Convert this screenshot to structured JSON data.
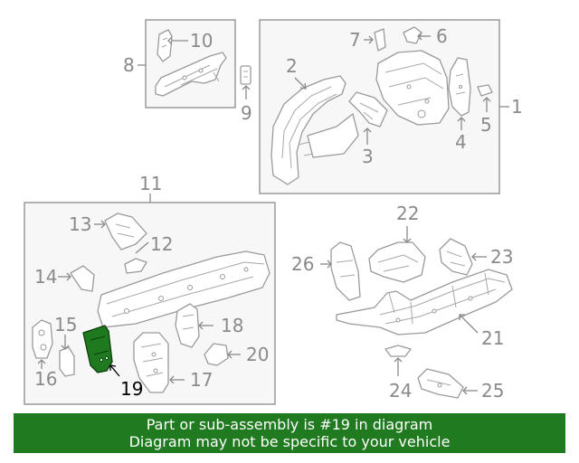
{
  "labels": {
    "p1": "1",
    "p2": "2",
    "p3": "3",
    "p4": "4",
    "p5": "5",
    "p6": "6",
    "p7": "7",
    "p8": "8",
    "p9": "9",
    "p10": "10",
    "p11": "11",
    "p12": "12",
    "p13": "13",
    "p14": "14",
    "p15": "15",
    "p16": "16",
    "p17": "17",
    "p18": "18",
    "p19": "19",
    "p20": "20",
    "p21": "21",
    "p22": "22",
    "p23": "23",
    "p24": "24",
    "p25": "25",
    "p26": "26"
  },
  "highlighted_part": "19",
  "colors": {
    "highlight": "#1f7a1f",
    "banner_background": "#207b20",
    "banner_text": "#ffffff",
    "label": "#8a8a8a"
  },
  "banner": {
    "line1": "Part or sub-assembly is #19 in diagram",
    "line2": "Diagram may not be specific to your vehicle"
  }
}
